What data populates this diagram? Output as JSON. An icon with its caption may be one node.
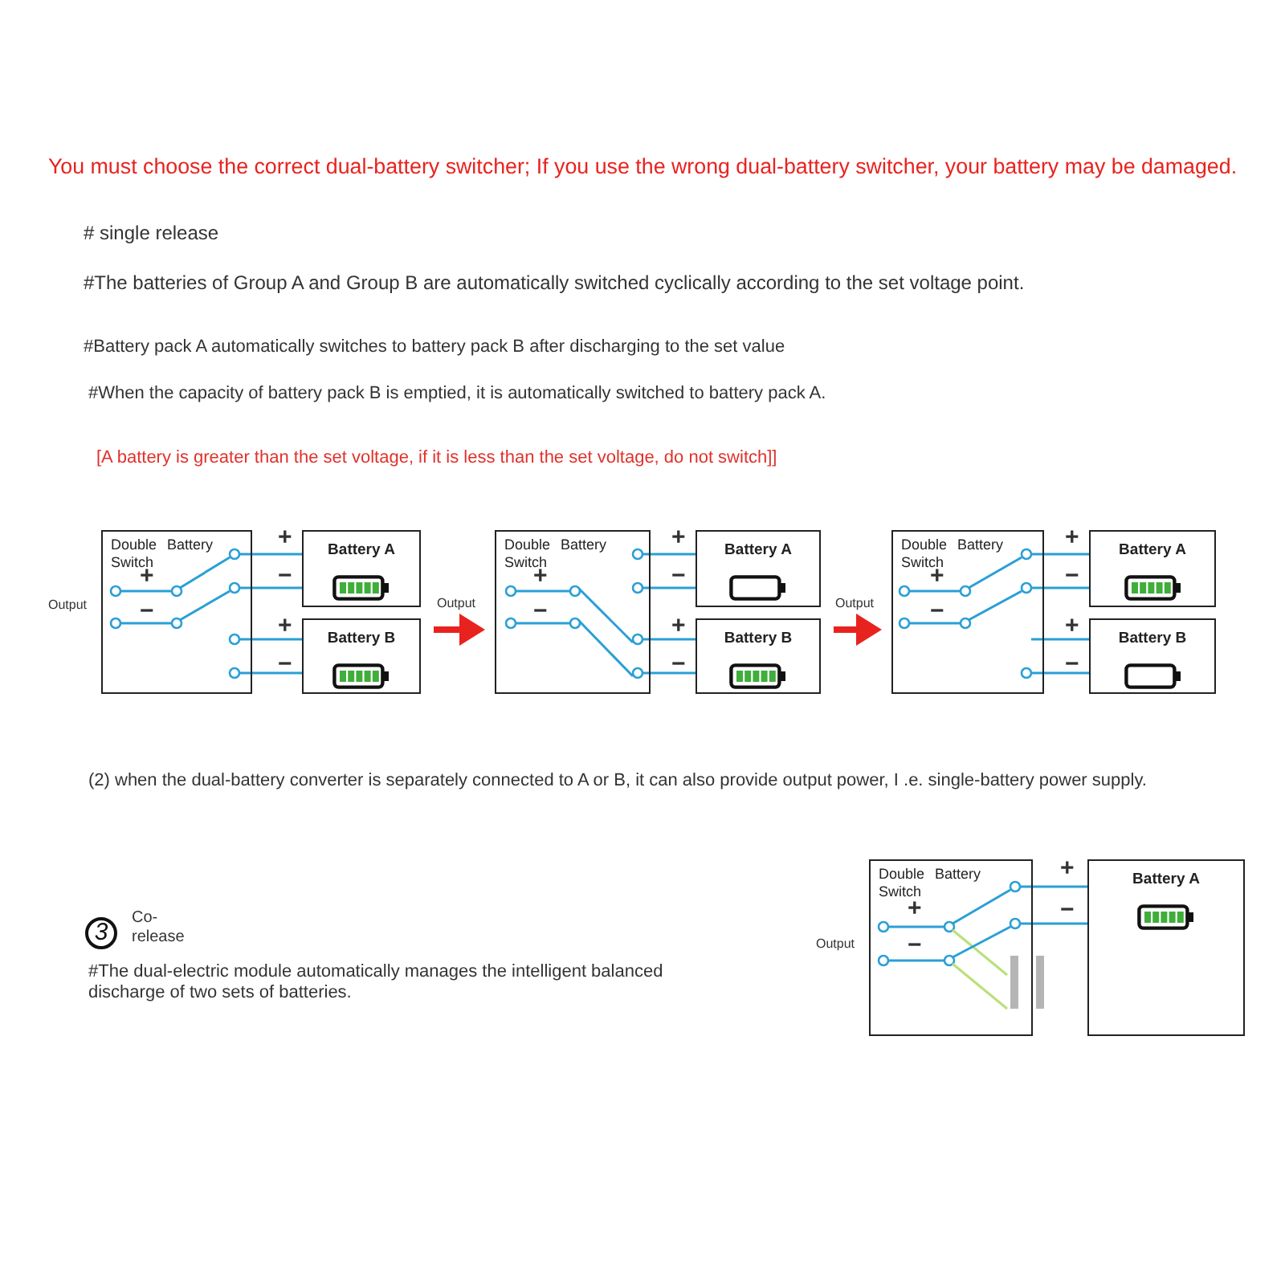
{
  "diagram": {
    "title": "You must choose the correct dual-battery switcher; If you use the wrong dual-battery switcher, your battery may be damaged.",
    "nodes": [
      {
        "text": [
          "Double Battery Switch"
        ]
      },
      {
        "text": [
          "Battery A"
        ]
      },
      {
        "text": [
          "Battery B"
        ]
      },
      {
        "text": [
          "Double Battery Switch"
        ]
      },
      {
        "text": [
          "Battery A"
        ]
      },
      {
        "text": [
          "Battery B"
        ]
      },
      {
        "text": [
          "Double Battery Switch"
        ]
      },
      {
        "text": [
          "Battery A"
        ]
      },
      {
        "text": [
          "Battery B"
        ]
      },
      {
        "text": [
          "Double Battery Switch"
        ]
      },
      {
        "text": [
          "Battery A"
        ]
      }
    ],
    "edges": [
      {
        "from": 0,
        "to": 1,
        "arrow": "none"
      },
      {
        "from": 0,
        "to": 1,
        "arrow": "none"
      },
      {
        "from": 0,
        "to": 2,
        "arrow": "none"
      },
      {
        "from": 0,
        "to": 2,
        "arrow": "none"
      },
      {
        "from": 2,
        "to": 3,
        "arrow": "to",
        "label": "Output",
        "style": "thick",
        "color": "#e8231f"
      },
      {
        "from": 3,
        "to": 4,
        "arrow": "none"
      },
      {
        "from": 3,
        "to": 4,
        "arrow": "none"
      },
      {
        "from": 3,
        "to": 5,
        "arrow": "none"
      },
      {
        "from": 3,
        "to": 5,
        "arrow": "none"
      },
      {
        "from": 5,
        "to": 6,
        "arrow": "to",
        "label": "Output",
        "style": "thick",
        "color": "#e8231f"
      },
      {
        "from": 6,
        "to": 7,
        "arrow": "none"
      },
      {
        "from": 6,
        "to": 7,
        "arrow": "none"
      },
      {
        "from": 6,
        "to": 8,
        "arrow": "none"
      },
      {
        "from": 6,
        "to": 8,
        "arrow": "none"
      },
      {
        "from": 9,
        "to": 10,
        "arrow": "none"
      },
      {
        "from": 9,
        "to": 10,
        "arrow": "none"
      }
    ],
    "labels": [
      "# single release",
      "#The batteries of Group A and Group B are automatically switched cyclically according to the set voltage point.",
      "#Battery pack A automatically switches to battery pack B after discharging to the set value",
      "#When the capacity of battery pack B is emptied, it is automatically switched to battery pack A.",
      "[A battery is greater than the set voltage, if it is less than the set voltage, do not switch]]",
      "Output",
      "+",
      "−",
      "+",
      "−",
      "+",
      "−",
      "+",
      "−",
      "+",
      "−",
      "+",
      "−",
      "+",
      "−",
      "+",
      "−",
      "+",
      "−",
      "(2) when the dual-battery converter is separately connected to A or B, it can also provide output power, I .e. single-battery power supply.",
      "Output",
      "+",
      "−",
      "+",
      "−",
      "3",
      "Co- release",
      "#The dual-electric module automatically manages the intelligent balanced discharge of two sets of batteries."
    ]
  }
}
